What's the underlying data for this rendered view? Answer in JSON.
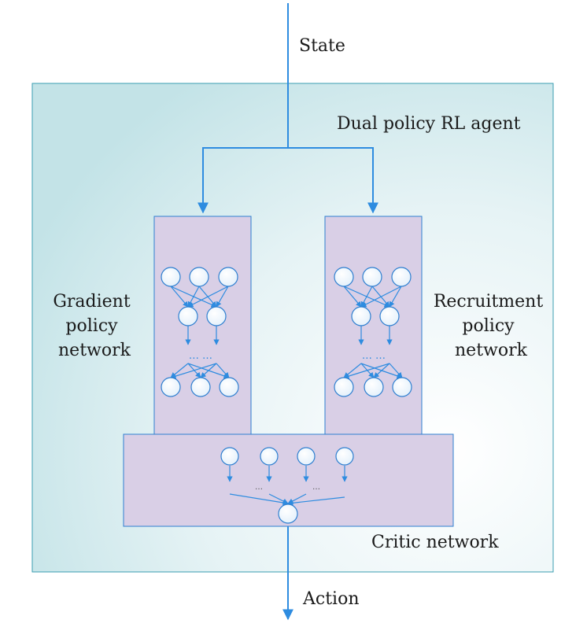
{
  "labels": {
    "input": "State",
    "output": "Action",
    "agent": "Dual policy RL agent",
    "critic": "Critic network",
    "gradient": [
      "Gradient",
      "policy",
      "network"
    ],
    "recruitment": [
      "Recruitment",
      "policy",
      "network"
    ]
  },
  "ellipsis": {
    "policy": "… …",
    "critic": "…"
  },
  "colors": {
    "arrow": "#2e8ce0",
    "agent_gradient_start": "#c7e6ea",
    "agent_gradient_end": "#ffffff",
    "network_fill": "#d9cfe6",
    "network_border": "#2e7fd0",
    "neuron_fill": "#f2f9ff"
  }
}
